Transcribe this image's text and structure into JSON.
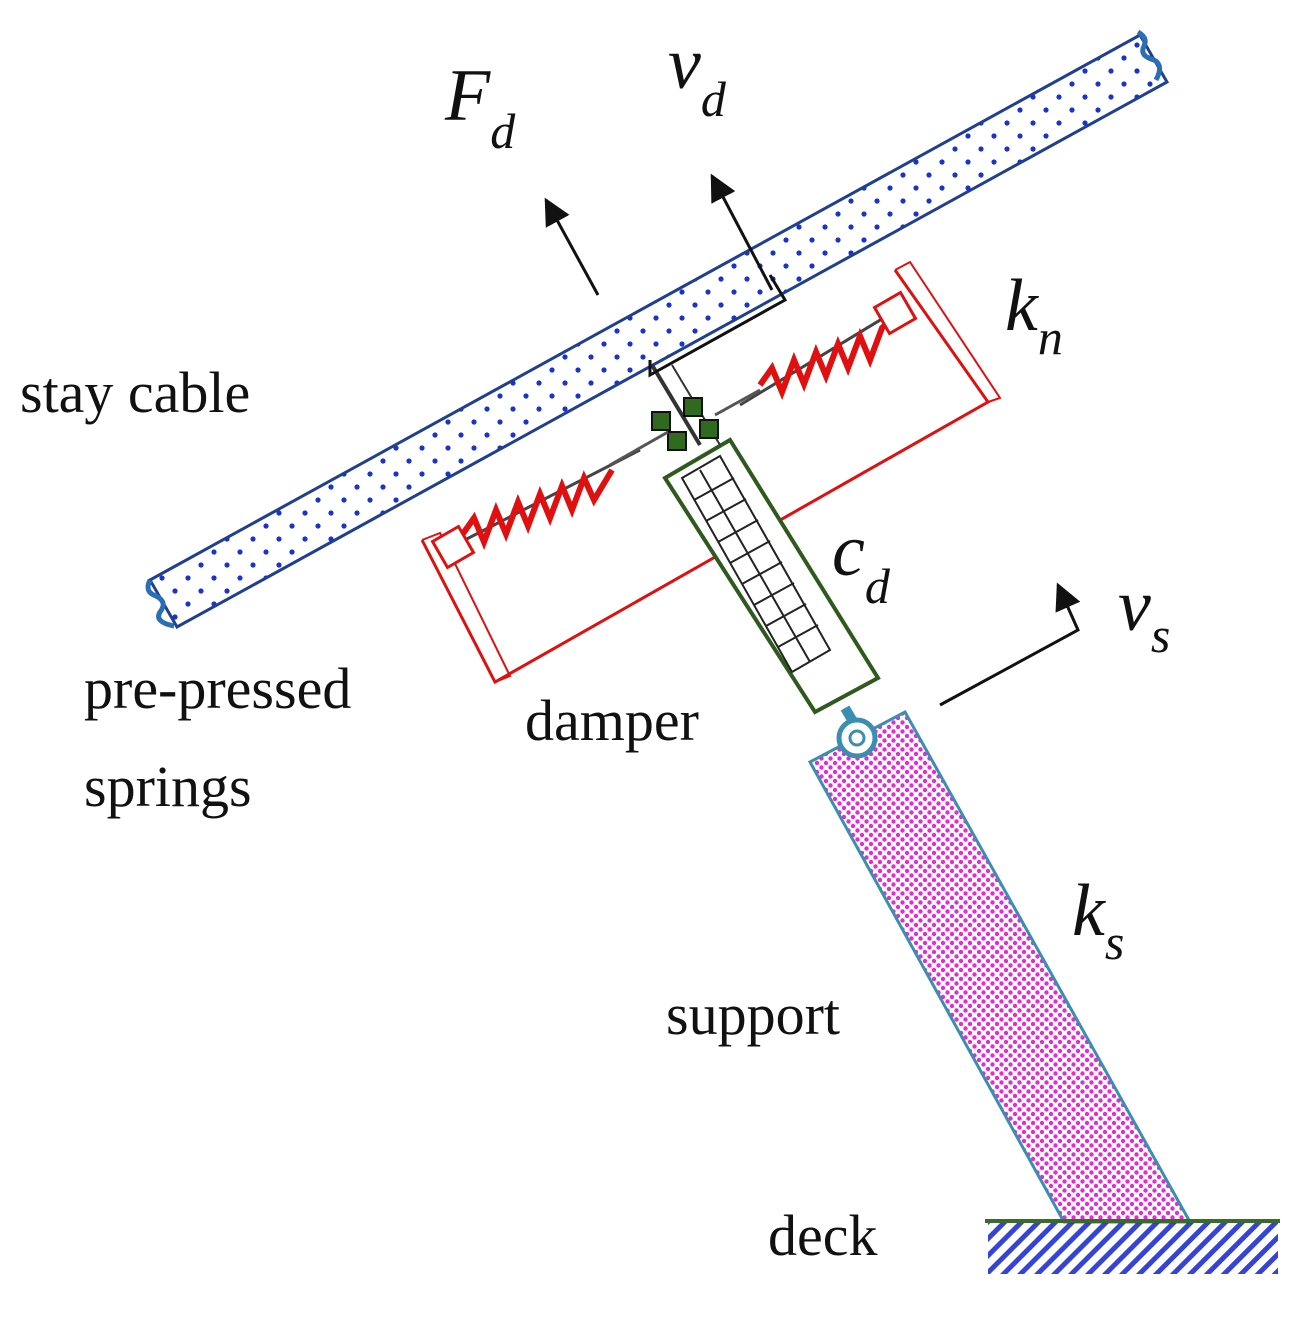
{
  "labels": {
    "stay_cable": "stay cable",
    "pre_pressed_1": "pre-pressed",
    "pre_pressed_2": "springs",
    "damper": "damper",
    "support": "support",
    "deck": "deck"
  },
  "symbols": {
    "force": {
      "main": "F",
      "sub": "d"
    },
    "damper_velocity": {
      "main": "v",
      "sub": "d"
    },
    "spring_stiffness": {
      "main": "k",
      "sub": "n"
    },
    "damping_coefficient": {
      "main": "c",
      "sub": "d"
    },
    "support_velocity": {
      "main": "v",
      "sub": "s"
    },
    "support_stiffness": {
      "main": "k",
      "sub": "s"
    }
  },
  "colors": {
    "cable_outline": "#1f3f8f",
    "cable_dots": "#1a33cc",
    "spring": "#e01010",
    "damper_outline": "#2f5a1f",
    "support_fill": "#e62ad6",
    "support_outline": "#3a8fb0",
    "deck_hatch": "#1f2fd0",
    "deck_line": "#3b6b2a"
  }
}
